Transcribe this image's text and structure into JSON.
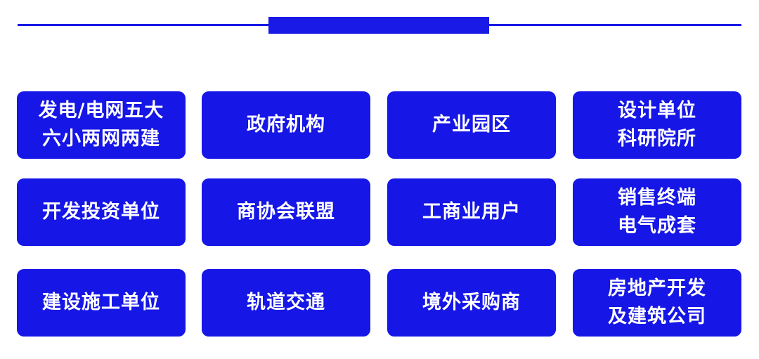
{
  "colors": {
    "accent": "#1616e6",
    "text": "#ffffff",
    "background": "#ffffff"
  },
  "cards": [
    {
      "lines": [
        "发电/电网五大",
        "六小两网两建"
      ]
    },
    {
      "lines": [
        "政府机构"
      ]
    },
    {
      "lines": [
        "产业园区"
      ]
    },
    {
      "lines": [
        "设计单位",
        "科研院所"
      ]
    },
    {
      "lines": [
        "开发投资单位"
      ]
    },
    {
      "lines": [
        "商协会联盟"
      ]
    },
    {
      "lines": [
        "工商业用户"
      ]
    },
    {
      "lines": [
        "销售终端",
        "电气成套"
      ]
    },
    {
      "lines": [
        "建设施工单位"
      ]
    },
    {
      "lines": [
        "轨道交通"
      ]
    },
    {
      "lines": [
        "境外采购商"
      ]
    },
    {
      "lines": [
        "房地产开发",
        "及建筑公司"
      ]
    }
  ]
}
